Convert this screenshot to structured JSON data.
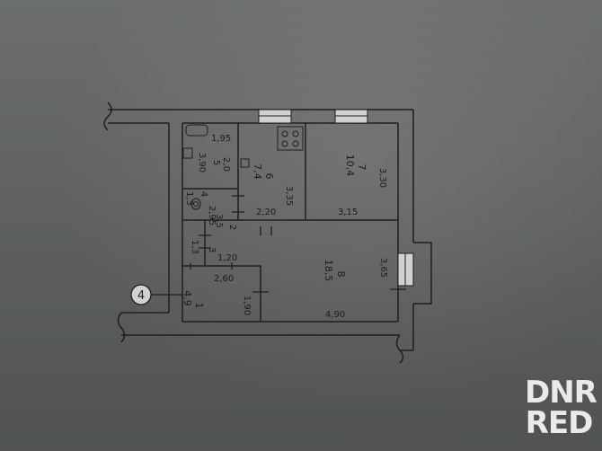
{
  "plan": {
    "axis_marker": "4",
    "rooms": [
      {
        "number": "1",
        "area": "4,9"
      },
      {
        "number": "2",
        "area": "3,5"
      },
      {
        "number": "3",
        "area": "1,3"
      },
      {
        "number": "4",
        "area": "1,3"
      },
      {
        "number": "5",
        "area": "3,90"
      },
      {
        "number": "6",
        "area": "7,4"
      },
      {
        "number": "7",
        "area": "10,4"
      },
      {
        "number": "8",
        "area": "18,5"
      }
    ],
    "dimensions": {
      "d_1_95": "1,95",
      "d_2_0": "2,0",
      "d_2_95": "2,95",
      "d_3_35": "3,35",
      "d_2_20": "2,20",
      "d_3_30": "3,30",
      "d_3_15": "3,15",
      "d_1_20": "1,20",
      "d_2_60": "2,60",
      "d_1_90": "1,90",
      "d_3_65": "3,65",
      "d_4_90": "4,90"
    }
  },
  "watermark": {
    "line1": "DNR",
    "line2": "RED"
  }
}
